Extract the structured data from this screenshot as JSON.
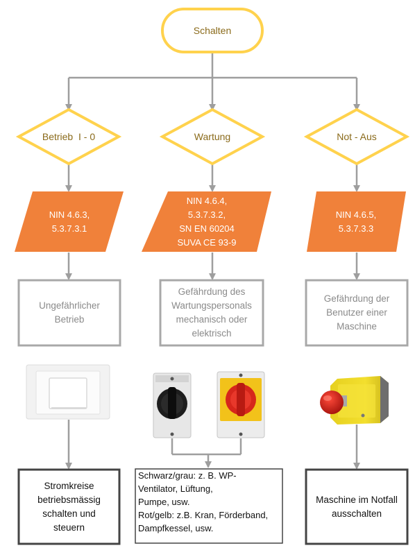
{
  "start": {
    "label": "Schalten"
  },
  "decisions": [
    {
      "label": "Betrieb  I - 0"
    },
    {
      "label": "Wartung"
    },
    {
      "label": "Not - Aus"
    }
  ],
  "norms": [
    {
      "lines": [
        "NIN 4.6.3,",
        "5.3.7.3.1"
      ]
    },
    {
      "lines": [
        "NIN 4.6.4,",
        "5.3.7.3.2,",
        "SN EN 60204",
        "SUVA CE 93-9"
      ]
    },
    {
      "lines": [
        "NIN 4.6.5,",
        "5.3.7.3.3"
      ]
    }
  ],
  "hazards": [
    {
      "lines": [
        "Ungefährlicher",
        "Betrieb"
      ]
    },
    {
      "lines": [
        "Gefährdung des",
        "Wartungspersonals",
        "mechanisch oder",
        "elektrisch"
      ]
    },
    {
      "lines": [
        "Gefährdung der",
        "Benutzer einer",
        "Maschine"
      ]
    }
  ],
  "devices": [
    {
      "icon": "light-switch-icon"
    },
    {
      "icon": "black-main-switch-icon"
    },
    {
      "icon": "red-yellow-main-switch-icon"
    },
    {
      "icon": "emergency-stop-button-icon"
    }
  ],
  "actions": [
    {
      "lines": [
        "Stromkreise",
        "betriebsmässig",
        "schalten und",
        "steuern"
      ]
    },
    {
      "lines": [
        "Schwarz/grau: z. B. WP-",
        "Ventilator, Lüftung,",
        "Pumpe, usw.",
        "Rot/gelb: z.B. Kran, Förderband,",
        "Dampfkessel, usw."
      ]
    },
    {
      "lines": [
        "Maschine im Notfall",
        "ausschalten"
      ]
    }
  ],
  "colors": {
    "gold_border": "#ffd24d",
    "orange_fill": "#f0813a",
    "connector": "#9e9e9e",
    "box_border": "#9e9e9e"
  }
}
